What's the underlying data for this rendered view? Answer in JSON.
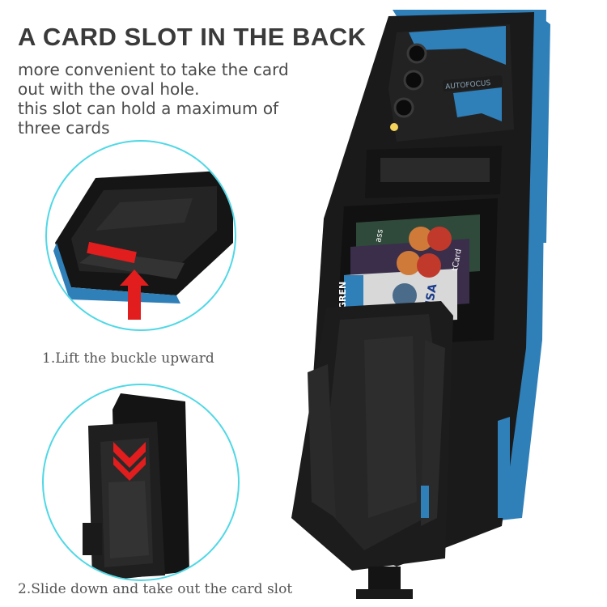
{
  "headline": "A CARD SLOT IN THE BACK",
  "description": [
    "more convenient to take the card",
    "out with the oval hole.",
    "this slot can hold a maximum of",
    "three cards"
  ],
  "steps": [
    {
      "caption": "1.Lift the buckle upward"
    },
    {
      "caption": "2.Slide down and take out the card slot"
    }
  ],
  "phone": {
    "autofocus_label": "AUTOFOCUS",
    "card_texts": [
      "GREN",
      "VISA",
      "tCard",
      "ass"
    ]
  },
  "colors": {
    "accent_blue": "#2f7fb8",
    "case_black": "#1a1a1a",
    "circle_border": "#4fd8e6",
    "arrow_red": "#e11d1d"
  }
}
